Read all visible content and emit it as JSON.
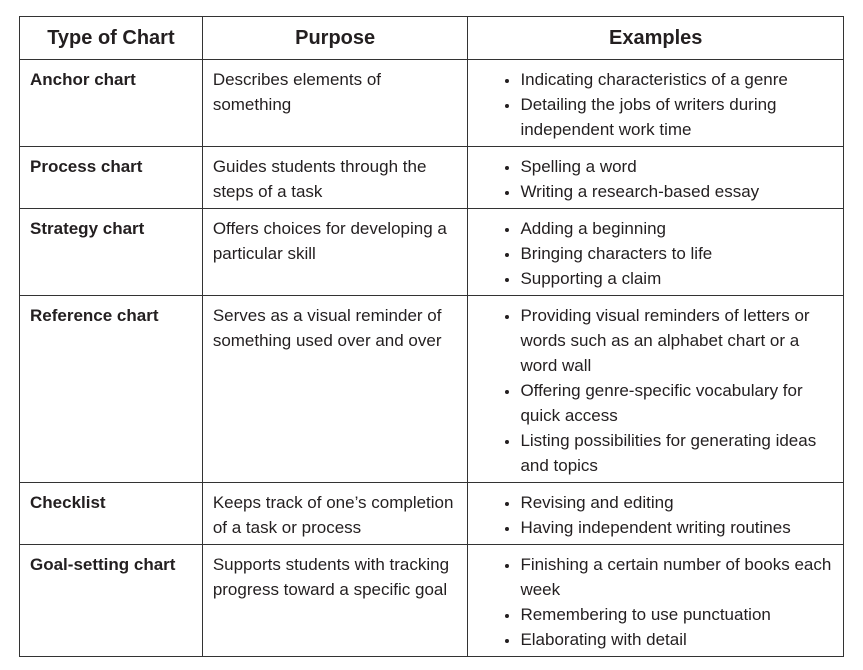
{
  "headers": [
    "Type of Chart",
    "Purpose",
    "Examples"
  ],
  "rows": [
    {
      "type": "Anchor chart",
      "purpose": "Describes elements of something",
      "examples": [
        "Indicating characteristics of a genre",
        "Detailing the jobs of writers during independent work time"
      ]
    },
    {
      "type": "Process chart",
      "purpose": "Guides students through the steps of a task",
      "examples": [
        "Spelling a word",
        "Writing a research-based essay"
      ]
    },
    {
      "type": "Strategy chart",
      "purpose": "Offers choices for developing a particular skill",
      "examples": [
        "Adding a beginning",
        "Bringing characters to life",
        "Supporting a claim"
      ]
    },
    {
      "type": "Reference chart",
      "purpose": "Serves as a visual reminder of something used over and over",
      "examples": [
        "Providing visual reminders of letters or words such as an alphabet chart or a word wall",
        "Offering genre-specific vocabulary for quick access",
        "Listing possibilities for generating ideas and topics"
      ]
    },
    {
      "type": "Checklist",
      "purpose": "Keeps track of one’s completion of a task or process",
      "examples": [
        "Revising and editing",
        "Having independent writing routines"
      ]
    },
    {
      "type": "Goal-setting chart",
      "purpose": "Supports students with tracking progress toward a specific goal",
      "examples": [
        "Finishing a certain number of books each week",
        "Remembering to use punctuation",
        "Elaborating with detail"
      ]
    }
  ]
}
